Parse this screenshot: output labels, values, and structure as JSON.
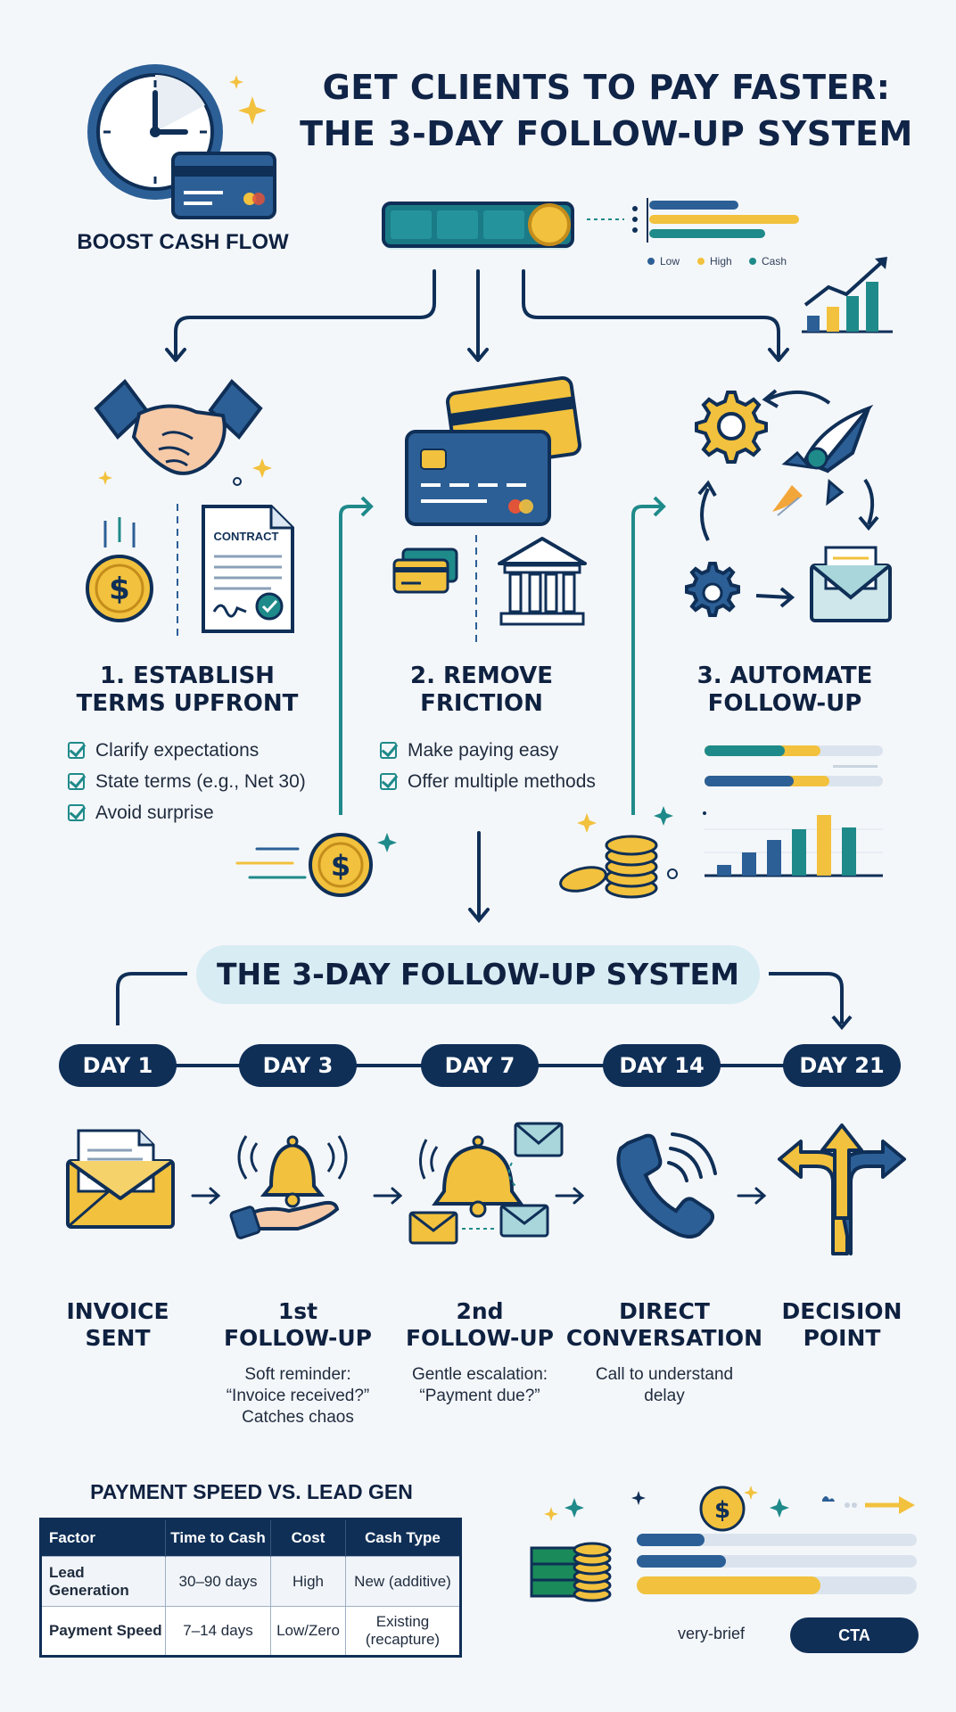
{
  "header": {
    "title_line1": "GET CLIENTS TO PAY FASTER:",
    "title_line2": "THE 3-DAY FOLLOW-UP SYSTEM",
    "badge": "BOOST CASH FLOW",
    "legend": [
      "Low",
      "High",
      "Cash"
    ]
  },
  "steps": [
    {
      "title_line1": "1. ESTABLISH",
      "title_line2": "TERMS UPFRONT",
      "contract_label": "CONTRACT",
      "checks": [
        "Clarify expectations",
        "State terms (e.g., Net 30)",
        "Avoid surprise"
      ]
    },
    {
      "title_line1": "2. REMOVE",
      "title_line2": "FRICTION",
      "checks": [
        "Make paying easy",
        "Offer multiple methods"
      ]
    },
    {
      "title_line1": "3. AUTOMATE",
      "title_line2": "FOLLOW-UP",
      "checks": []
    }
  ],
  "system": {
    "banner": "THE 3-DAY FOLLOW-UP SYSTEM",
    "days": [
      "DAY 1",
      "DAY 3",
      "DAY 7",
      "DAY 14",
      "DAY 21"
    ],
    "stages": [
      {
        "line1": "INVOICE",
        "line2": "SENT",
        "desc": []
      },
      {
        "line1": "1st",
        "line2": "FOLLOW-UP",
        "desc": [
          "Soft reminder:",
          "“Invoice received?”",
          "Catches chaos"
        ]
      },
      {
        "line1": "2nd",
        "line2": "FOLLOW-UP",
        "desc": [
          "Gentle escalation:",
          "“Payment due?”"
        ]
      },
      {
        "line1": "DIRECT",
        "line2": "CONVERSATION",
        "desc": [
          "Call to understand",
          "delay"
        ]
      },
      {
        "line1": "DECISION",
        "line2": "POINT",
        "desc": []
      }
    ]
  },
  "comparison": {
    "title": "PAYMENT SPEED VS. LEAD GEN",
    "columns": [
      "Factor",
      "Time to Cash",
      "Cost",
      "Cash Type"
    ],
    "rows": [
      [
        "Lead Generation",
        "30–90 days",
        "High",
        "New (additive)"
      ],
      [
        "Payment Speed",
        "7–14 days",
        "Low/Zero",
        "Existing (recapture)"
      ]
    ]
  },
  "footer": {
    "brief": "very-brief",
    "cta": "CTA"
  },
  "colors": {
    "navy": "#0f2f57",
    "gold": "#f2c13d",
    "teal": "#1f8a8a",
    "blue": "#2c5f96"
  }
}
